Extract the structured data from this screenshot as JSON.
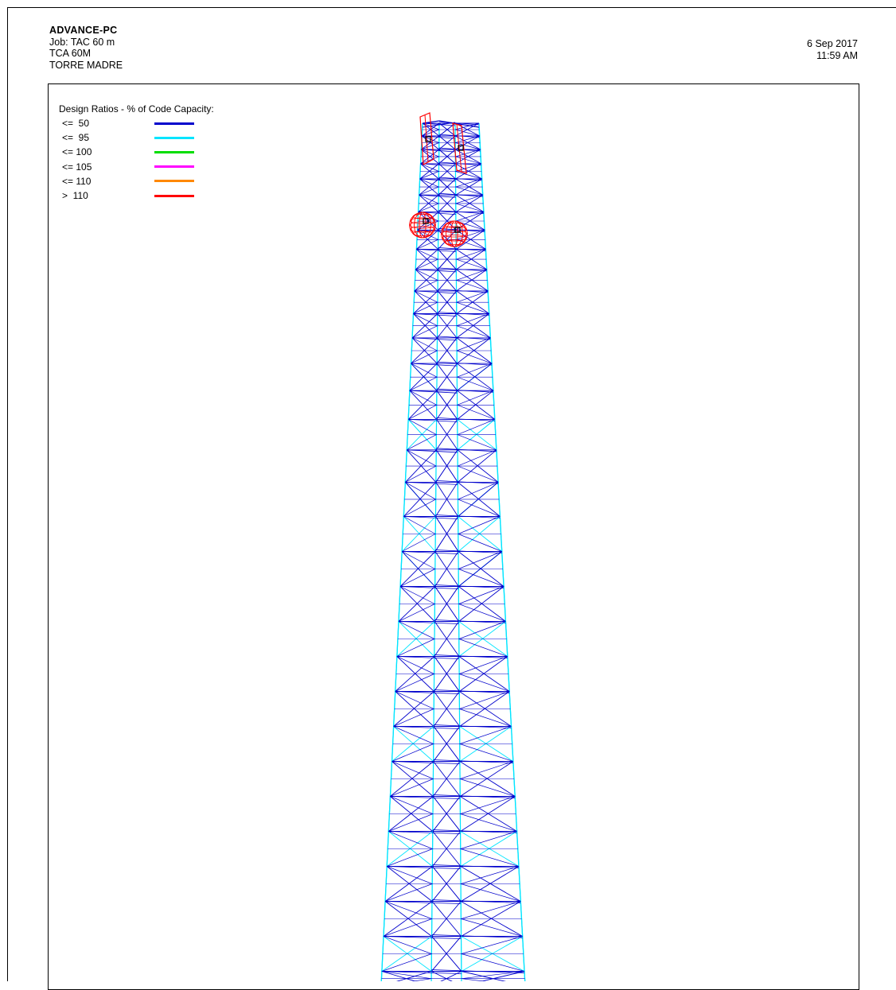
{
  "header": {
    "app": "ADVANCE-PC",
    "job": "Job: TAC 60 m",
    "line2": "TCA 60M",
    "line3": "TORRE MADRE",
    "date": "6 Sep 2017",
    "time": "11:59 AM"
  },
  "legend": {
    "title": "Design Ratios - % of Code Capacity:",
    "items": [
      {
        "label": "<=  50",
        "color": "#0000cc"
      },
      {
        "label": "<=  95",
        "color": "#00e5ff"
      },
      {
        "label": "<= 100",
        "color": "#00dd00"
      },
      {
        "label": "<= 105",
        "color": "#ff00ff"
      },
      {
        "label": "<= 110",
        "color": "#ff8800"
      },
      {
        "label": ">  110",
        "color": "#ff0000"
      }
    ]
  },
  "colors": {
    "member_low": "#0000cc",
    "member_mid": "#00e5ff",
    "antenna": "#ff0000"
  }
}
